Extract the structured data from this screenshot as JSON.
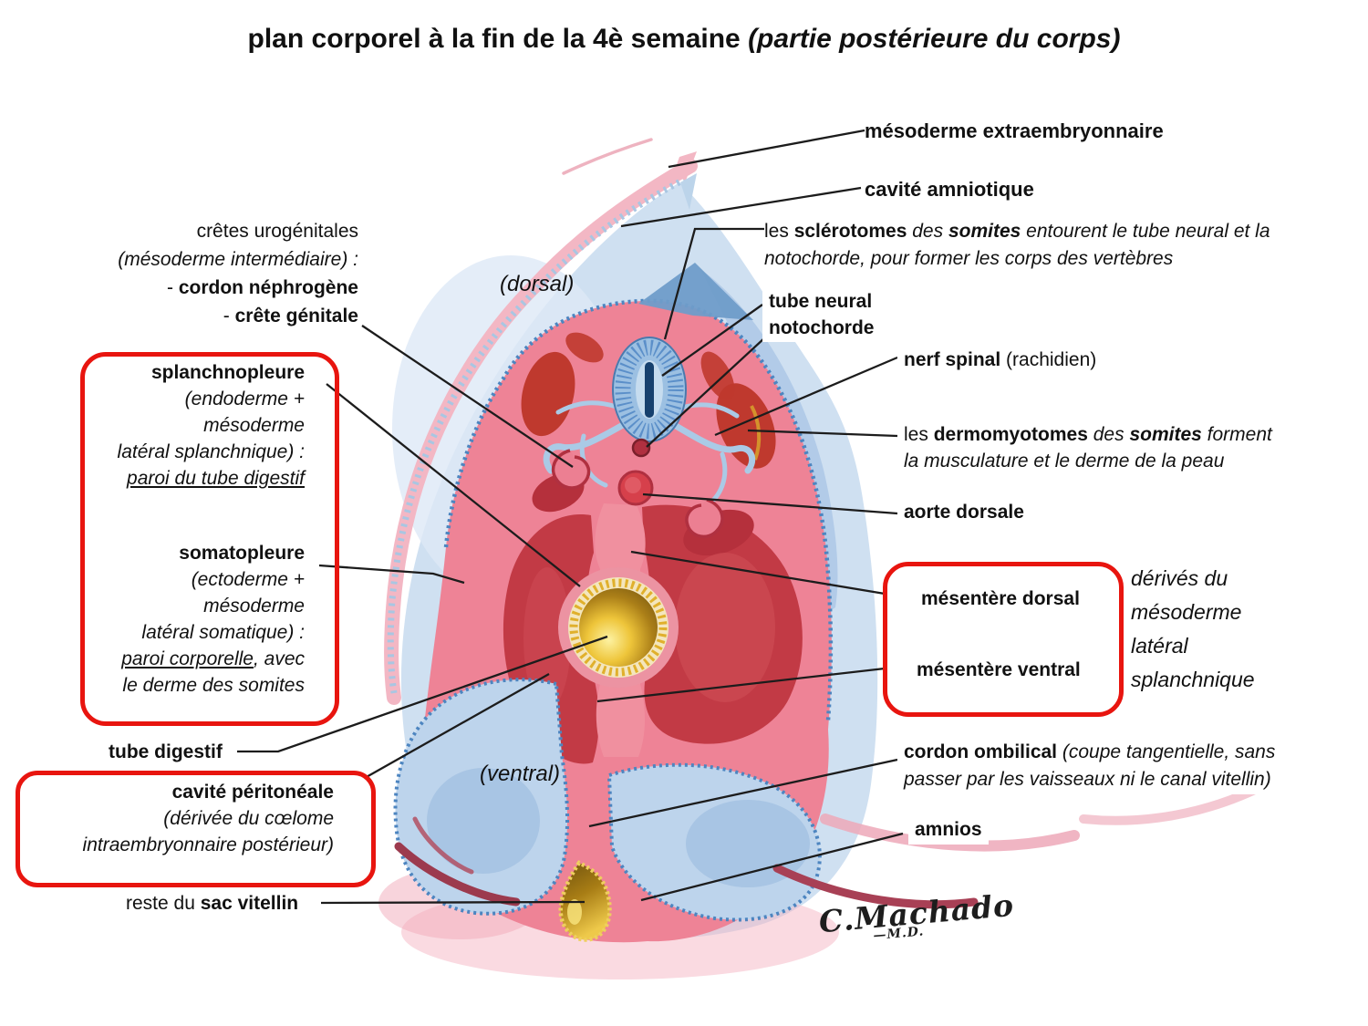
{
  "title": {
    "main": "plan corporel à la fin de la 4è semaine ",
    "paren": "(partie postérieure du corps)"
  },
  "orientation": {
    "dorsal": "(dorsal)",
    "ventral": "(ventral)"
  },
  "callouts": {
    "mesoderme_extraembryonnaire": "mésoderme extraembryonnaire",
    "cavite_amniotique": "cavité amniotique",
    "sclerotomes": {
      "r1": "les ",
      "r2": "sclérotomes",
      "r3": " des ",
      "r4": "somites",
      "r5": " entourent le tube neural et la",
      "r6": "notochorde, pour former les corps des vertèbres"
    },
    "tube_neural": "tube neural",
    "notochorde": "notochorde",
    "nerf_spinal": {
      "b": "nerf spinal",
      "n": " (rachidien)"
    },
    "dermomyotomes": {
      "r1": "les ",
      "r2": "dermomyotomes",
      "r3": " des ",
      "r4": "somites",
      "r5": " forment",
      "r6": "la musculature et le derme de la peau"
    },
    "aorte_dorsale": "aorte dorsale",
    "mesentere_dorsal": "mésentère dorsal",
    "mesentere_ventral": "mésentère ventral",
    "derives_mesoderme": {
      "l1": "dérivés du",
      "l2": "mésoderme",
      "l3": "latéral",
      "l4": "splanchnique"
    },
    "cordon_ombilical": {
      "b": "cordon ombilical",
      "i1": " (coupe tangentielle, sans",
      "i2": "passer par les vaisseaux ni le canal vitellin)"
    },
    "amnios": "amnios",
    "cretes_urogenitales": {
      "l1": "crêtes urogénitales",
      "l2": "(mésoderme intermédiaire) :",
      "d3": "- ",
      "l3": "cordon néphrogène",
      "d4": "- ",
      "l4": "crête génitale"
    },
    "splanchnopleure": {
      "name": "splanchnopleure",
      "l1": "(endoderme +",
      "l2": "mésoderme",
      "l3": "latéral splanchnique) :",
      "l4": "paroi du tube digestif"
    },
    "somatopleure": {
      "name": "somatopleure",
      "l1": "(ectoderme +",
      "l2": "mésoderme",
      "l3": "latéral somatique) :",
      "l4u": "paroi corporelle",
      "l4r": ", avec",
      "l5": "le derme des somites"
    },
    "tube_digestif": "tube digestif",
    "cavite_peritoneale": {
      "name": "cavité péritonéale",
      "l1": "(dérivée du cœlome",
      "l2": "intraembryonnaire postérieur)"
    },
    "reste_sac_vitellin": {
      "n": "reste du ",
      "b": "sac vitellin"
    }
  },
  "signature": {
    "name": "C.Machado",
    "flourish": "—",
    "degree": "M.D."
  },
  "colors": {
    "callout_border": "#e8150f",
    "leader": "#1c1c1c",
    "body_pink": "#ee8396",
    "cavity_red": "#c23a45",
    "somite_red": "#bf392e",
    "amniotic_blue": "#cfe0f1",
    "membrane_blue": "#4d85c0",
    "gut_gold": "#e0b02c",
    "text": "#111111"
  }
}
